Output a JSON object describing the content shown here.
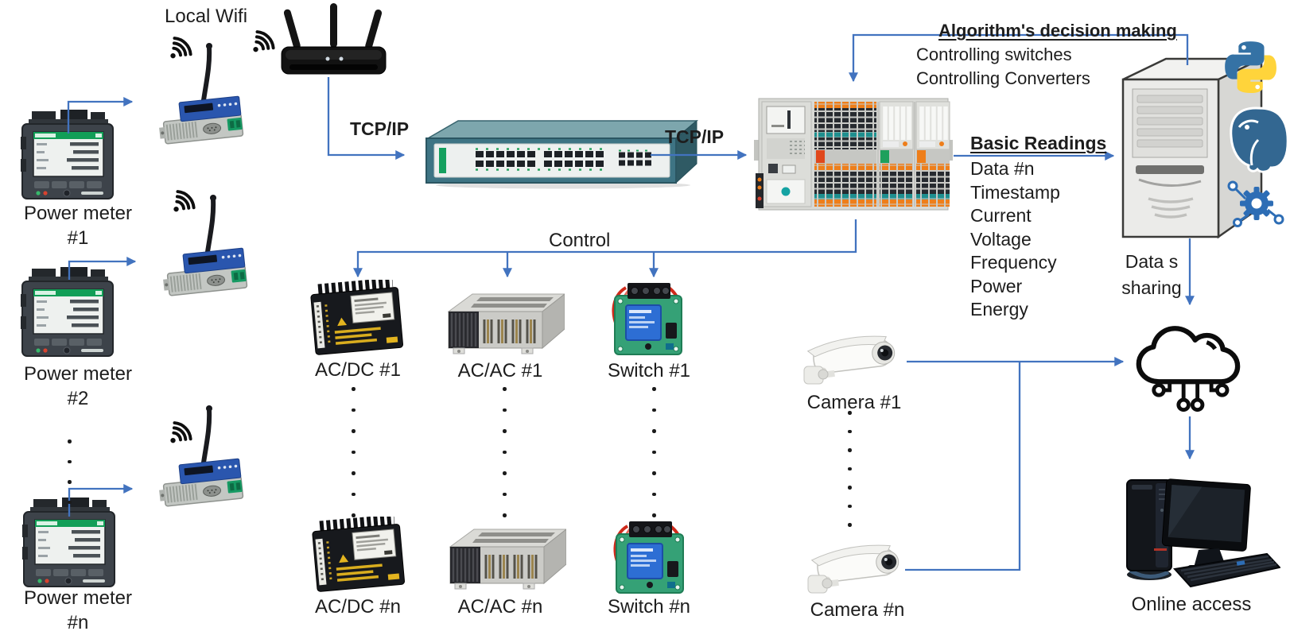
{
  "colors": {
    "connector_blue": "#4273BF",
    "python_blue": "#3572A5",
    "python_yellow": "#FFD43B",
    "postgresql_blue": "#336791",
    "gear_blue": "#2D6DB5",
    "icon_black": "#0D0D0D"
  },
  "meters": {
    "pm1_name": "Power meter",
    "pm1_num": "#1",
    "pm2_name": "Power meter",
    "pm2_num": "#2",
    "pmn_name": "Power meter",
    "pmn_num": "#n"
  },
  "network": {
    "local_wifi": "Local Wifi",
    "tcp_router_switch": "TCP/IP",
    "tcp_switch_plc": "TCP/IP"
  },
  "control": {
    "label": "Control",
    "devices": [
      "AC/DC #1",
      "AC/AC #1",
      "Switch #1",
      "AC/DC #n",
      "AC/AC #n",
      "Switch #n"
    ]
  },
  "cameras": {
    "cam1": "Camera #1",
    "camn": "Camera #n"
  },
  "server": {
    "algorithm_title": "Algorithm's decision making",
    "algorithm_lines": [
      "Controlling switches",
      "Controlling Converters"
    ],
    "readings_title": "Basic Readings",
    "readings": [
      "Data #n",
      "Timestamp",
      "Current",
      "Voltage",
      "Frequency",
      "Power",
      "Energy"
    ],
    "sharing_line1": "Data s",
    "sharing_line2": "sharing",
    "online_access": "Online access"
  }
}
